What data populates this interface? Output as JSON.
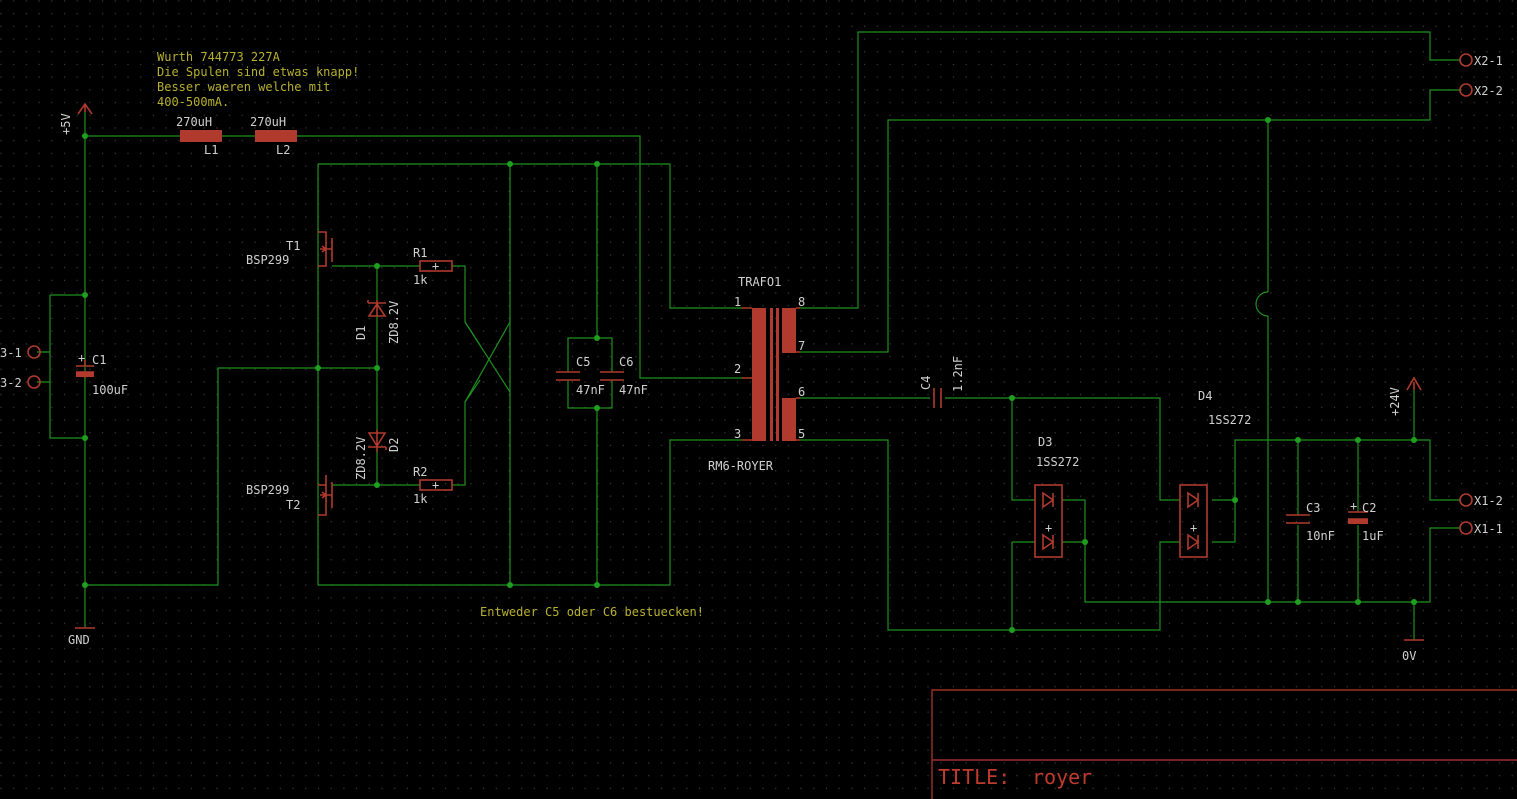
{
  "colors": {
    "background": "#000000",
    "wire": "#1f8f1f",
    "symbol": "#b03a2e",
    "text": "#d0d0d0",
    "note": "#b8b030",
    "frame": "#a03028"
  },
  "notes": {
    "coil_note": [
      "Wurth 744773 227A",
      "Die Spulen sind etwas knapp!",
      "Besser waeren welche mit",
      "400-500mA."
    ],
    "cap_note": "Entweder C5 oder C6 bestuecken!"
  },
  "supplies": {
    "plus5v": "+5V",
    "gnd": "GND",
    "plus24v": "+24V",
    "zero_v": "0V"
  },
  "connectors": {
    "x3_1": "3-1",
    "x3_2": "3-2",
    "x2_1": "X2-1",
    "x2_2": "X2-2",
    "x1_2": "X1-2",
    "x1_1": "X1-1"
  },
  "components": {
    "l1": {
      "value": "270uH",
      "name": "L1"
    },
    "l2": {
      "value": "270uH",
      "name": "L2"
    },
    "c1": {
      "name": "C1",
      "value": "100uF"
    },
    "t1": {
      "name": "T1",
      "value": "BSP299"
    },
    "t2": {
      "name": "T2",
      "value": "BSP299"
    },
    "r1": {
      "name": "R1",
      "value": "1k"
    },
    "r2": {
      "name": "R2",
      "value": "1k"
    },
    "d1": {
      "name": "D1",
      "value": "ZD8.2V"
    },
    "d2": {
      "name": "D2",
      "value": "ZD8.2V"
    },
    "c5": {
      "name": "C5",
      "value": "47nF"
    },
    "c6": {
      "name": "C6",
      "value": "47nF"
    },
    "trafo": {
      "name": "TRAFO1",
      "value": "RM6-ROYER",
      "pins": [
        "1",
        "2",
        "3",
        "8",
        "7",
        "6",
        "5"
      ]
    },
    "c4": {
      "name": "C4",
      "value": "1.2nF"
    },
    "d3": {
      "name": "D3",
      "value": "1SS272"
    },
    "d4": {
      "name": "D4",
      "value": "1SS272"
    },
    "c3": {
      "name": "C3",
      "value": "10nF"
    },
    "c2": {
      "name": "C2",
      "value": "1uF"
    }
  },
  "title_block": {
    "label": "TITLE:",
    "value": "royer"
  }
}
